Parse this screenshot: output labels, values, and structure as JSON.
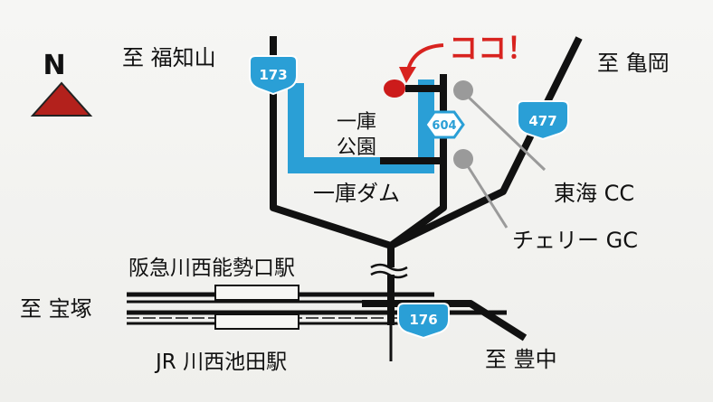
{
  "compass": {
    "letter": "N"
  },
  "destinations": {
    "fukuchiyama": "至 福知山",
    "kameoka": "至 亀岡",
    "takarazuka": "至 宝塚",
    "toyonaka": "至 豊中"
  },
  "routes": {
    "r173": "173",
    "r477": "477",
    "r604": "604",
    "r176": "176"
  },
  "places": {
    "park_line1": "一庫",
    "park_line2": "公園",
    "dam": "一庫ダム",
    "tokai_cc": "東海 CC",
    "cherry_gc": "チェリー GC",
    "hankyu_station": "阪急川西能勢口駅",
    "jr_station": "JR 川西池田駅"
  },
  "callout": {
    "here": "ココ！"
  },
  "colors": {
    "road": "#111111",
    "water": "#2a9fd6",
    "marker": "#cc1b1b",
    "callout": "#d8231f",
    "route_sign": "#2a9fd6",
    "golf_dot": "#9a9a9a",
    "compass_triangle": "#b3211c"
  },
  "icons": {
    "compass": "north-arrow-icon",
    "marker": "location-marker-icon",
    "callout_arrow": "curved-arrow-icon"
  }
}
